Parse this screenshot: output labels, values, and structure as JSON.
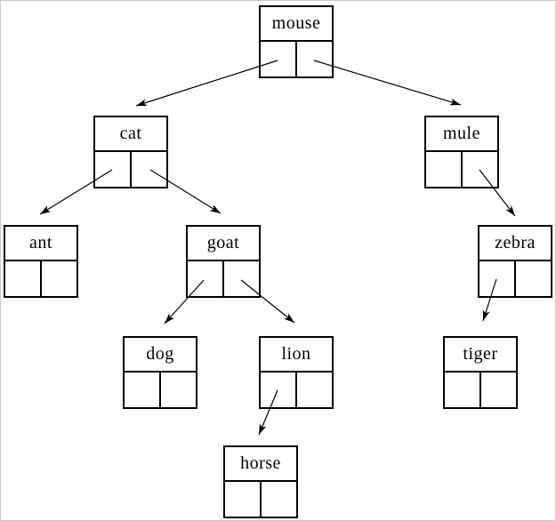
{
  "diagram": {
    "type": "binary-tree-linked-nodes",
    "root": "mouse",
    "nodes": {
      "mouse": {
        "label": "mouse",
        "left": "cat",
        "right": "mule"
      },
      "cat": {
        "label": "cat",
        "left": "ant",
        "right": "goat"
      },
      "mule": {
        "label": "mule",
        "left": null,
        "right": "zebra"
      },
      "ant": {
        "label": "ant",
        "left": null,
        "right": null
      },
      "goat": {
        "label": "goat",
        "left": "dog",
        "right": "lion"
      },
      "zebra": {
        "label": "zebra",
        "left": "tiger",
        "right": null
      },
      "dog": {
        "label": "dog",
        "left": null,
        "right": null
      },
      "lion": {
        "label": "lion",
        "left": "horse",
        "right": null
      },
      "tiger": {
        "label": "tiger",
        "left": null,
        "right": null
      },
      "horse": {
        "label": "horse",
        "left": null,
        "right": null
      }
    },
    "edges": [
      {
        "from": "mouse",
        "pointer": "left",
        "to": "cat"
      },
      {
        "from": "mouse",
        "pointer": "right",
        "to": "mule"
      },
      {
        "from": "cat",
        "pointer": "left",
        "to": "ant"
      },
      {
        "from": "cat",
        "pointer": "right",
        "to": "goat"
      },
      {
        "from": "mule",
        "pointer": "right",
        "to": "zebra"
      },
      {
        "from": "goat",
        "pointer": "left",
        "to": "dog"
      },
      {
        "from": "goat",
        "pointer": "right",
        "to": "lion"
      },
      {
        "from": "zebra",
        "pointer": "left",
        "to": "tiger"
      },
      {
        "from": "lion",
        "pointer": "left",
        "to": "horse"
      }
    ],
    "colors": {
      "line": "#000000",
      "node_border": "#000000",
      "text": "#000000",
      "background": "#ffffff",
      "canvas_border": "#c9c9c9"
    }
  }
}
